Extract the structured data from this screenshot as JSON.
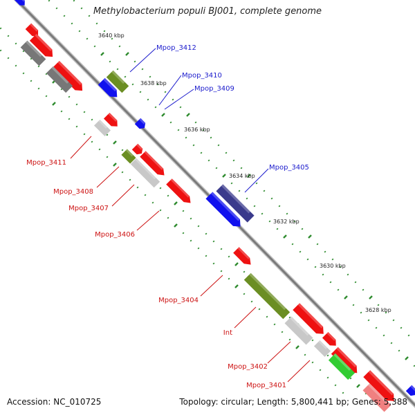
{
  "title": "Methylobacterium populi BJ001, complete genome",
  "footer": {
    "accession": "Accession: NC_010725",
    "summary": "Topology: circular; Length: 5,800,441 bp; Genes: 5,388"
  },
  "scale_labels": [
    "3640 kbp",
    "3638 kbp",
    "3636 kbp",
    "3634 kbp",
    "3632 kbp",
    "3630 kbp",
    "3628 kbp"
  ],
  "gene_labels": [
    {
      "text": "Mpop_3412",
      "strand": "forward"
    },
    {
      "text": "Mpop_3410",
      "strand": "forward"
    },
    {
      "text": "Mpop_3409",
      "strand": "forward"
    },
    {
      "text": "Mpop_3405",
      "strand": "forward"
    },
    {
      "text": "Mpop_3411",
      "strand": "reverse"
    },
    {
      "text": "Mpop_3408",
      "strand": "reverse"
    },
    {
      "text": "Mpop_3407",
      "strand": "reverse"
    },
    {
      "text": "Mpop_3406",
      "strand": "reverse"
    },
    {
      "text": "Mpop_3404",
      "strand": "reverse"
    },
    {
      "text": "Int",
      "strand": "reverse"
    },
    {
      "text": "Mpop_3402",
      "strand": "reverse"
    },
    {
      "text": "Mpop_3401",
      "strand": "reverse"
    }
  ],
  "colors": {
    "forward_label": "#1a1acc",
    "reverse_label": "#cc1111",
    "backbone": "#808080",
    "tick": "#2e8b2e",
    "red_gene": "#ee1111",
    "blue_gene": "#1111ee",
    "olive_gene": "#6b8e23",
    "grey_gene": "#777777",
    "lightgrey_gene": "#c8c8c8",
    "navy_gene": "#3a3a8c",
    "green_gene": "#33cc33",
    "pink_gene": "#f08080"
  }
}
